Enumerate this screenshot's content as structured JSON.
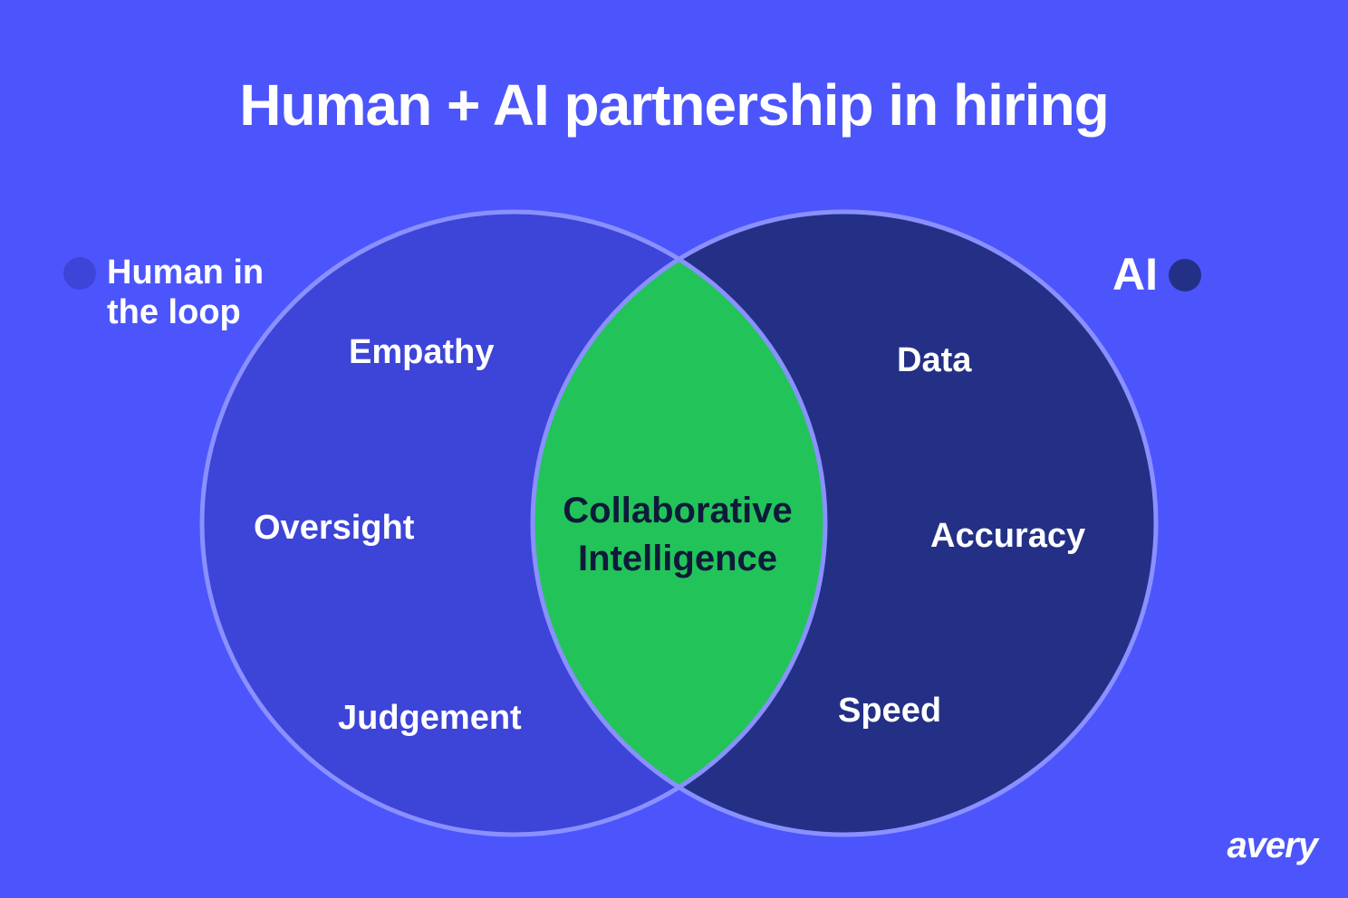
{
  "title": "Human + AI partnership in hiring",
  "legend": {
    "left": {
      "line1": "Human in",
      "line2": "the loop",
      "color": "#3d44d8"
    },
    "right": {
      "label": "AI",
      "color": "#233086"
    }
  },
  "circles": {
    "left": {
      "items": [
        "Empathy",
        "Oversight",
        "Judgement"
      ],
      "fill": "#3d44d8",
      "stroke": "#8a90ff"
    },
    "right": {
      "items": [
        "Data",
        "Accuracy",
        "Speed"
      ],
      "fill": "#233086",
      "stroke": "#8a90ff"
    },
    "overlap": {
      "line1": "Collaborative",
      "line2": "Intelligence",
      "fill": "#22c45a"
    }
  },
  "background": "#4c55fb",
  "brand": "avery"
}
